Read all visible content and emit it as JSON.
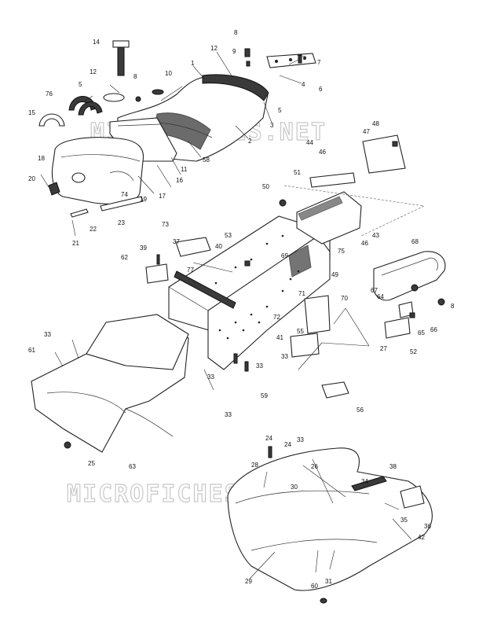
{
  "watermark": {
    "text": "MICROFICHES.NET"
  },
  "callouts": {
    "c1": "1",
    "c2": "2",
    "c3": "3",
    "c4": "4",
    "c5a": "5",
    "c5b": "5",
    "c6": "6",
    "c7": "7",
    "c8a": "8",
    "c8b": "8",
    "c8c": "8",
    "c9": "9",
    "c10": "10",
    "c11": "11",
    "c12a": "12",
    "c12b": "12",
    "c14": "14",
    "c15": "15",
    "c16": "16",
    "c17": "17",
    "c18": "18",
    "c19": "19",
    "c20": "20",
    "c21": "21",
    "c22": "22",
    "c23": "23",
    "c24a": "24",
    "c24b": "24",
    "c25": "25",
    "c26": "26",
    "c27": "27",
    "c28": "28",
    "c29": "29",
    "c30": "30",
    "c31": "31",
    "c33a": "33",
    "c33b": "33",
    "c33c": "33",
    "c33d": "33",
    "c33e": "33",
    "c33f": "33",
    "c34": "34",
    "c35": "35",
    "c36": "36",
    "c37": "37",
    "c38": "38",
    "c39": "39",
    "c40": "40",
    "c41": "41",
    "c42": "42",
    "c43": "43",
    "c44": "44",
    "c46a": "46",
    "c46b": "46",
    "c47": "47",
    "c48": "48",
    "c49": "49",
    "c50": "50",
    "c51": "51",
    "c52": "52",
    "c53": "53",
    "c55": "55",
    "c56": "56",
    "c58": "58",
    "c59": "59",
    "c60": "60",
    "c61": "61",
    "c62": "62",
    "c63": "63",
    "c64": "64",
    "c65": "65",
    "c66": "66",
    "c67": "67",
    "c68": "68",
    "c69": "69",
    "c70": "70",
    "c71": "71",
    "c72": "72",
    "c73": "73",
    "c74": "74",
    "c75": "75",
    "c76": "76",
    "c77": "77"
  }
}
